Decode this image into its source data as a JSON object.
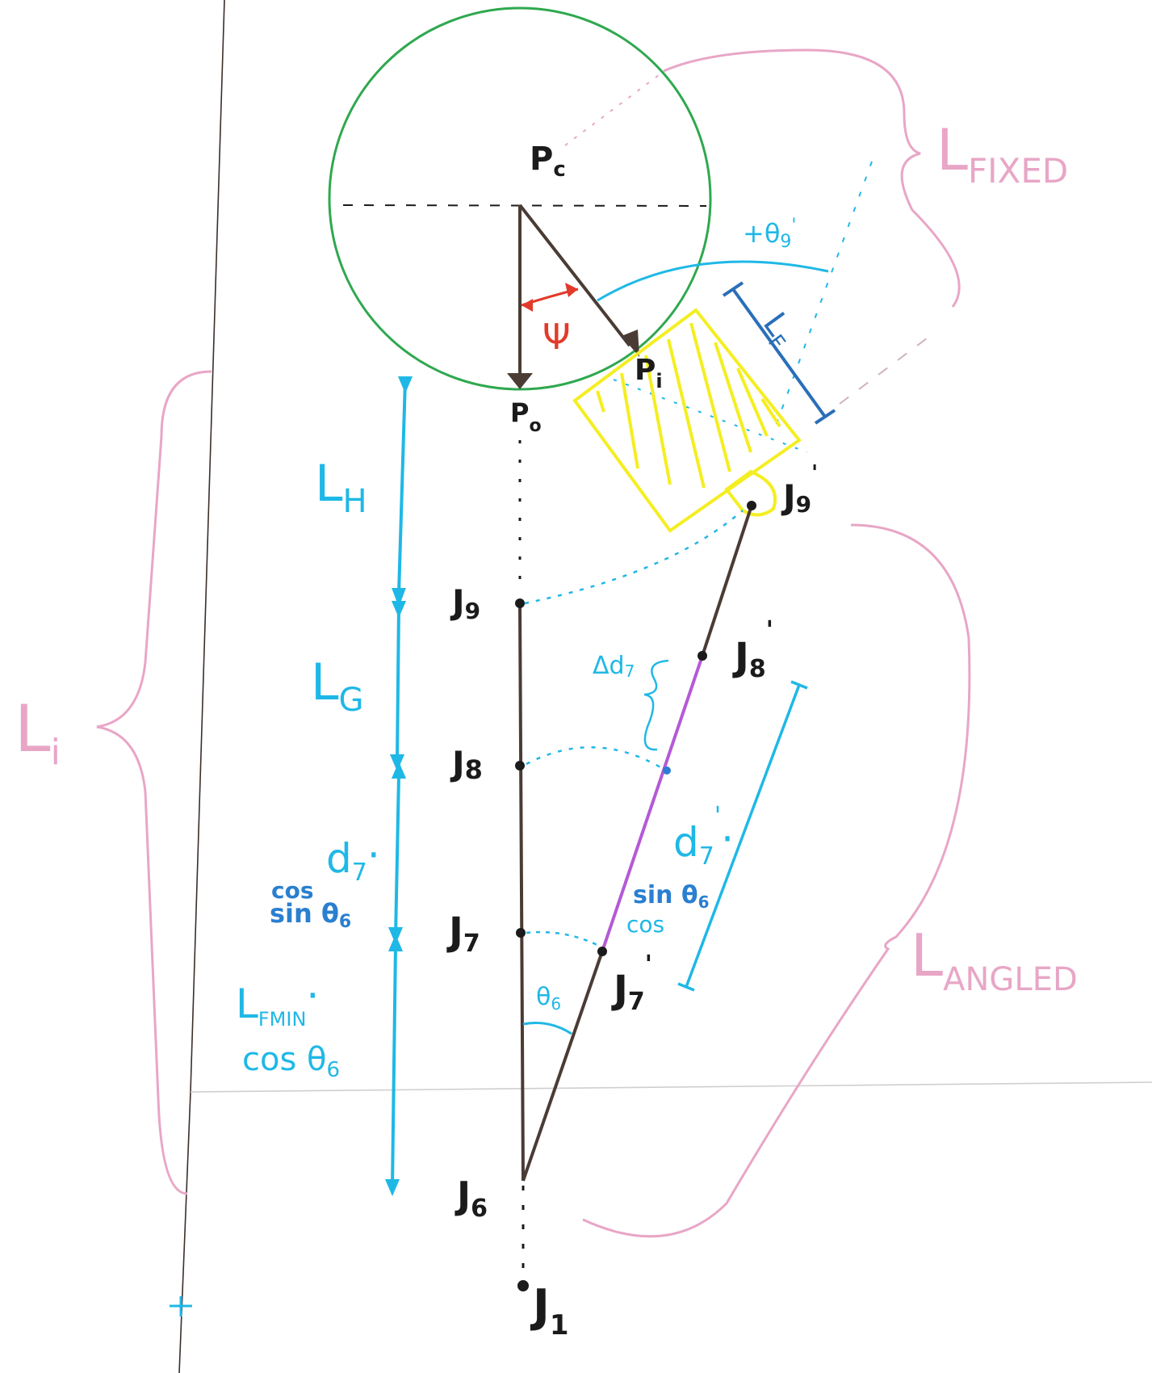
{
  "labels": {
    "pc": "P",
    "pc_sub": "c",
    "pi": "P",
    "pi_sub": "i",
    "po": "P",
    "po_sub": "o",
    "psi": "Ψ",
    "theta9": "+θ",
    "theta9_sub": "9",
    "theta9_prime": "'",
    "l_fixed": "L",
    "l_fixed_sub": "FIXED",
    "l_angled": "L",
    "l_angled_sub": "ANGLED",
    "l_i": "L",
    "l_i_sub": "i",
    "l_h": "L",
    "l_h_sub": "H",
    "l_g": "L",
    "l_g_sub": "G",
    "lf_tool": "L",
    "lf_tool_sub": "F",
    "d7": "d",
    "d7_sub": "7",
    "d7_dot": "·",
    "cos1": "cos",
    "sin1": "sin θ",
    "sin1_sub": "6",
    "d7p": "d",
    "d7p_sub": "7",
    "d7p_prime": "'",
    "d7p_dot": "·",
    "sin2": "sin θ",
    "sin2_sub": "6",
    "cos2": "cos",
    "lfmin": "L",
    "lfmin_sub": "FMIN",
    "lfmin_dot": "·",
    "cos_theta6": "cos θ",
    "cos_theta6_sub": "6",
    "delta_d7": "Δd",
    "delta_d7_sub": "7",
    "theta6": "θ",
    "theta6_sub": "6",
    "j9": "J",
    "j9_sub": "9",
    "j8": "J",
    "j8_sub": "8",
    "j7": "J",
    "j7_sub": "7",
    "j6": "J",
    "j6_sub": "6",
    "j1": "J",
    "j1_sub": "1",
    "j9p": "J",
    "j9p_sub": "9",
    "j9p_prime": "'",
    "j8p": "J",
    "j8p_sub": "8",
    "j8p_prime": "'",
    "j7p": "J",
    "j7p_sub": "7",
    "j7p_prime": "'"
  },
  "colors": {
    "ink": "#1b1b1b",
    "brown": "#4a3c35",
    "green": "#2fa84f",
    "cyan": "#1fb8e6",
    "pink": "#e8a6c6",
    "yellow": "#f4ee22",
    "red": "#e23a2a",
    "purple": "#b45ad6",
    "blue": "#2a6fb8"
  }
}
